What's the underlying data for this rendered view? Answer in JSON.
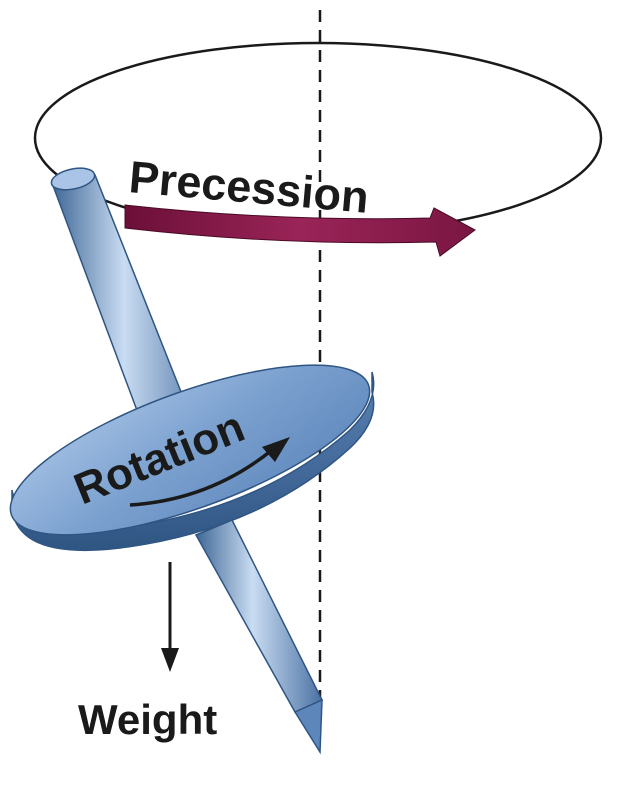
{
  "labels": {
    "precession": "Precession",
    "rotation": "Rotation",
    "weight": "Weight"
  },
  "colors": {
    "background": "#ffffff",
    "outline": "#1a1a1a",
    "precession_arrow": "#8a1c4a",
    "top_body": "#7aa0cf",
    "top_highlight": "#c9dcf2",
    "top_shadow": "#3f6796",
    "text": "#1a1a1a"
  },
  "icons": {
    "precession_arrow": "curved-arrow-right",
    "rotation_arrow": "curved-arrow-right",
    "weight_arrow": "arrow-down"
  }
}
